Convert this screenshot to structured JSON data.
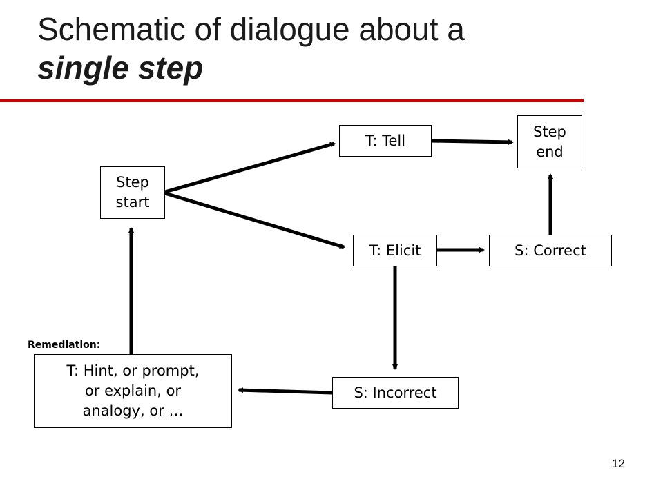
{
  "slide": {
    "title_line1": "Schematic of dialogue about a",
    "title_line2": "single step",
    "page_number": "12",
    "accent_color": "#cc0000"
  },
  "diagram": {
    "nodes": {
      "step_start": "Step\nstart",
      "t_tell": "T: Tell",
      "step_end": "Step\nend",
      "t_elicit": "T: Elicit",
      "s_correct": "S: Correct",
      "s_incorrect": "S: Incorrect",
      "remediation": "T: Hint, or prompt,\nor explain, or\nanalogy, or …"
    },
    "remediation_label": "Remediation:",
    "edges": [
      {
        "from": "step_start",
        "to": "t_tell"
      },
      {
        "from": "step_start",
        "to": "t_elicit"
      },
      {
        "from": "t_tell",
        "to": "step_end"
      },
      {
        "from": "t_elicit",
        "to": "s_correct"
      },
      {
        "from": "s_correct",
        "to": "step_end"
      },
      {
        "from": "t_elicit",
        "to": "s_incorrect"
      },
      {
        "from": "s_incorrect",
        "to": "remediation"
      },
      {
        "from": "remediation",
        "to": "step_start"
      }
    ]
  }
}
